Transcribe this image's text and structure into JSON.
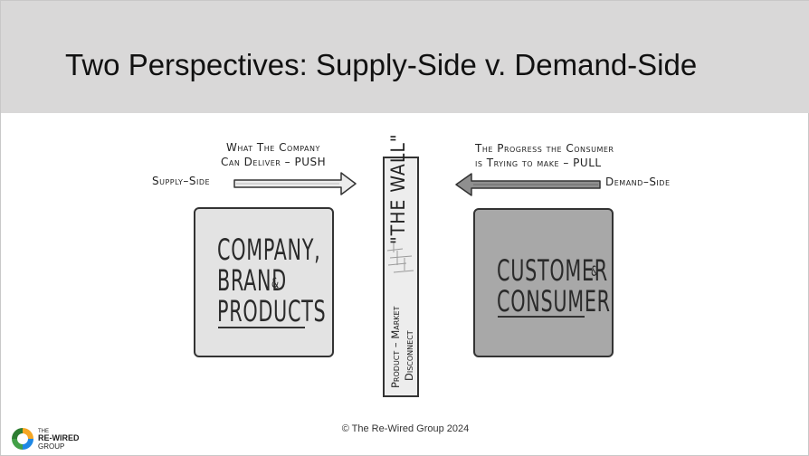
{
  "slide": {
    "title": "Two Perspectives: Supply-Side v. Demand-Side",
    "footer": "© The Re-Wired Group 2024"
  },
  "left": {
    "caption_line1": "What  The Company",
    "caption_line2": "Can Deliver – PUSH",
    "side_label": "Supply–Side",
    "box_line1": "COMPANY,",
    "box_line2": "BRAND",
    "box_amp": "&",
    "box_line3": "PRODUCTS",
    "box_color": "#e3e3e3"
  },
  "right": {
    "caption_line1": "The Progress the Consumer",
    "caption_line2": "is Trying to make – PULL",
    "side_label": "Demand–Side",
    "box_line1": "CUSTOMER",
    "box_amp": "&",
    "box_line2": "CONSUMER",
    "box_color": "#a8a8a8"
  },
  "wall": {
    "label": "\"THE WALL\"",
    "sub_line1": "Product – Market",
    "sub_line2": "Disconnect"
  },
  "logo": {
    "line1": "THE",
    "line2": "RE-WIRED",
    "line3": "GROUP",
    "colors": [
      "#2e7d32",
      "#f5a623",
      "#1e88e5",
      "#43a047"
    ]
  },
  "icons": [
    "right-arrow-icon",
    "left-arrow-icon",
    "brand-logo-icon"
  ]
}
